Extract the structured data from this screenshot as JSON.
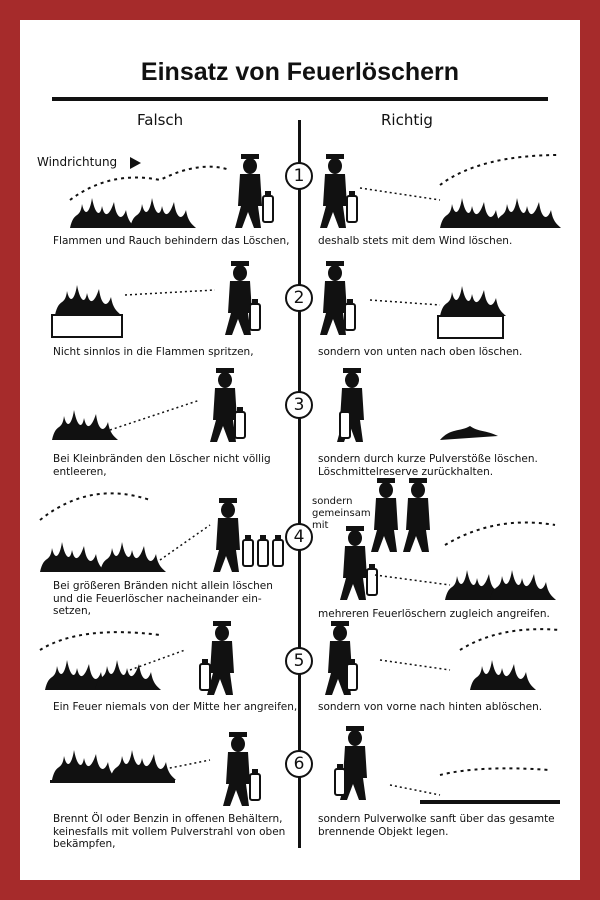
{
  "title": "Einsatz von Feuerlöschern",
  "columns": {
    "wrong": "Falsch",
    "right": "Richtig"
  },
  "wind_label": "Windrichtung",
  "rows": [
    {
      "number": "1",
      "wrong": "Flammen und Rauch behindern das Löschen,",
      "right": "deshalb stets mit dem Wind löschen."
    },
    {
      "number": "2",
      "wrong": "Nicht sinnlos in die Flammen spritzen,",
      "right": "sondern von unten nach oben löschen."
    },
    {
      "number": "3",
      "wrong": "Bei Kleinbränden den Löscher nicht völlig\nentleeren,",
      "right": "sondern durch kurze Pulverstöße löschen.\nLöschmittelreserve zurückhalten."
    },
    {
      "number": "4",
      "wrong": "Bei größeren Bränden nicht allein löschen\nund die Feuerlöscher nacheinander ein-\nsetzen,",
      "right": "mehreren Feuerlöschern zugleich angreifen.",
      "right_note": "sondern\ngemeinsam\nmit"
    },
    {
      "number": "5",
      "wrong": "Ein Feuer niemals von der Mitte her angreifen,",
      "right": "sondern von vorne nach hinten ablöschen."
    },
    {
      "number": "6",
      "wrong": "Brennt Öl oder Benzin in offenen Behältern,\nkeinesfalls mit vollem Pulverstrahl von oben\nbekämpfen,",
      "right": "sondern Pulverwolke sanft über das gesamte\nbrennende Objekt legen."
    }
  ],
  "colors": {
    "border": "#a62b2b",
    "ink": "#111111"
  }
}
